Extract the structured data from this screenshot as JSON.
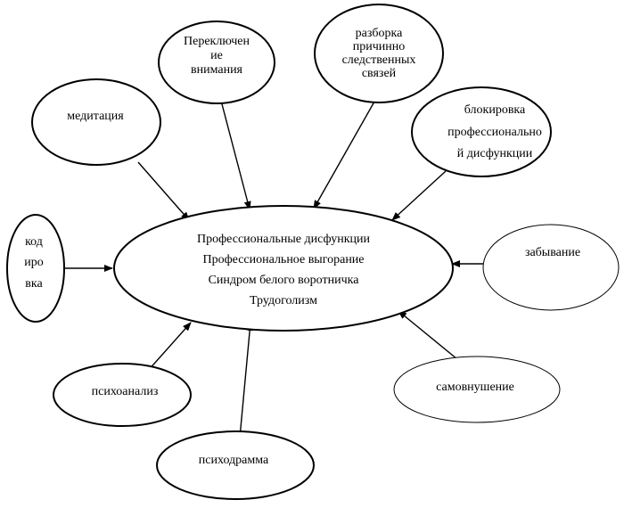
{
  "center": {
    "lines": [
      "Профессиональные дисфункции",
      "Профессиональное выгорание",
      "Синдром белого воротничка",
      "Трудоголизм"
    ]
  },
  "nodes": {
    "meditation": {
      "lines": [
        "медитация"
      ]
    },
    "attention_switch": {
      "lines": [
        "Переключен",
        "ие",
        "внимания"
      ]
    },
    "cause_effect": {
      "lines": [
        "разборка",
        "причинно",
        "следственных",
        "связей"
      ]
    },
    "blocking": {
      "lines": [
        "блокировка",
        "профессионально",
        "й дисфункции"
      ]
    },
    "coding": {
      "lines": [
        "код",
        "иро",
        "вка"
      ]
    },
    "forgetting": {
      "lines": [
        "забывание"
      ]
    },
    "psychoanalysis": {
      "lines": [
        "психоанализ"
      ]
    },
    "psychodrama": {
      "lines": [
        "психодрамма"
      ]
    },
    "self_suggestion": {
      "lines": [
        "самовнушение"
      ]
    }
  }
}
